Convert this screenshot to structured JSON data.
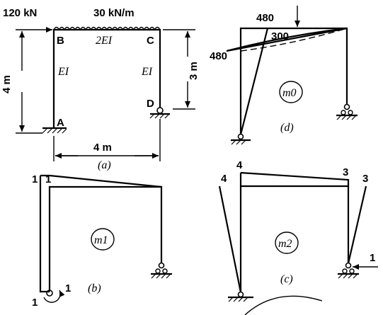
{
  "panel_a": {
    "load_point": "120 kN",
    "load_dist": "30 kN/m",
    "node_b": "B",
    "node_c": "C",
    "node_a": "A",
    "node_d": "D",
    "beam_ei": "2EI",
    "col_left_ei": "EI",
    "col_right_ei": "EI",
    "dim_left": "4 m",
    "dim_right": "3 m",
    "dim_bottom": "4 m",
    "caption": "(a)"
  },
  "panel_b": {
    "val_top_outer": "1",
    "val_top_inner": "1",
    "val_bottom": "1",
    "val_moment": "1",
    "diagram_label": "m1",
    "caption": "(b)"
  },
  "panel_c": {
    "val_top_left": "4",
    "val_mid_left": "4",
    "val_top_right": "3",
    "val_mid_right": "3",
    "val_force": "1",
    "diagram_label": "m2",
    "caption": "(c)"
  },
  "panel_d": {
    "val_480_top": "480",
    "val_300": "300",
    "val_480_left": "480",
    "diagram_label": "m0",
    "caption": "(d)"
  }
}
